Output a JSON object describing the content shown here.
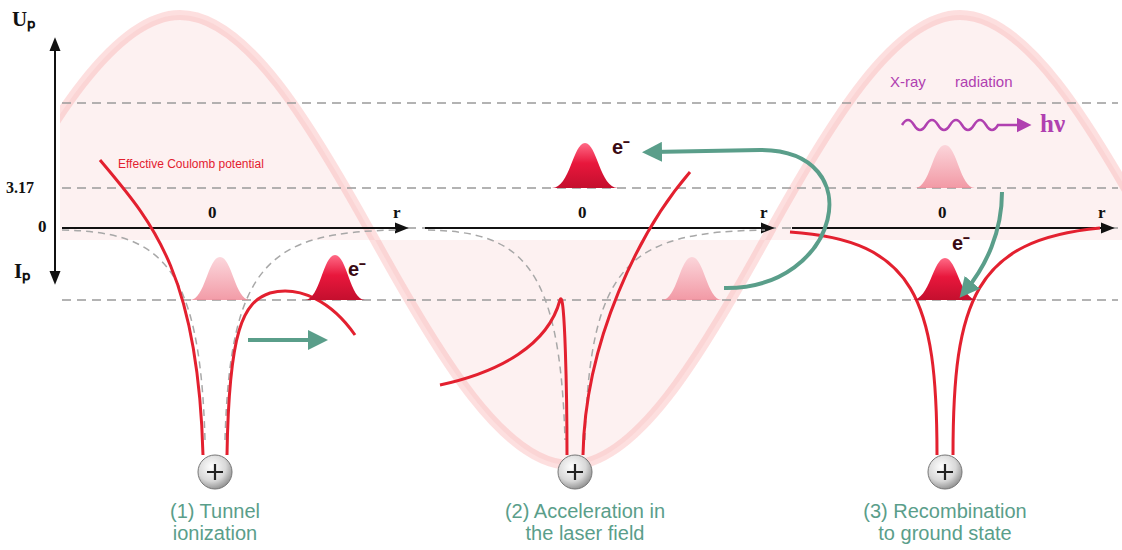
{
  "diagram": {
    "labels": [
      "Uₚ",
      "3.17",
      "0",
      "Iₚ",
      "Effective Coulomb potential",
      "0",
      "r",
      "e⁻",
      "0",
      "r",
      "e⁻",
      "X-ray",
      "radiation",
      "hν",
      "0",
      "r",
      "e⁻",
      "(1) Tunnel ionization",
      "(2) Acceleration in the laser field",
      "(3) Recombination to ground state"
    ]
  }
}
